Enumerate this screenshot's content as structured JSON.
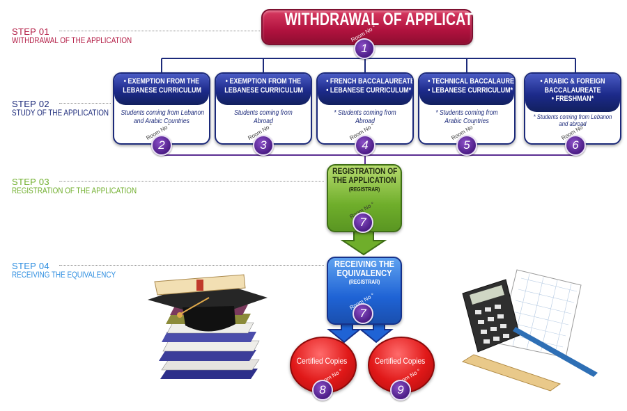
{
  "steps": [
    {
      "num": "STEP 01",
      "title": "WITHDRAWAL OF THE APPLICATION",
      "color": "#b21a43"
    },
    {
      "num": "STEP 02",
      "title": "STUDY OF THE APPLICATION",
      "color": "#1c2a7a"
    },
    {
      "num": "STEP 03",
      "title": "REGISTRATION OF THE APPLICATION",
      "color": "#6fae2b"
    },
    {
      "num": "STEP 04",
      "title": "RECEIVING THE EQUIVALENCY",
      "color": "#2e8ee0"
    }
  ],
  "title_box": {
    "label": "WITHDRAWAL OF APPLICATION",
    "room_label": "Room No",
    "room": "1"
  },
  "cards": [
    {
      "head": [
        "• EXEMPTION FROM THE",
        "LEBANESE CURRICULUM"
      ],
      "sub": [
        "Students coming from Lebanon",
        "and Arabic Countries"
      ],
      "room_label": "Room No",
      "room": "2"
    },
    {
      "head": [
        "• EXEMPTION FROM THE",
        "LEBANESE CURRICULUM"
      ],
      "sub": [
        "Students coming from",
        "Abroad"
      ],
      "room_label": "Room No",
      "room": "3"
    },
    {
      "head": [
        "• FRENCH BACCALAUREATE",
        "• LEBANESE CURRICULUM*"
      ],
      "sub": [
        "* Students coming from",
        "Abroad"
      ],
      "room_label": "Room No",
      "room": "4"
    },
    {
      "head": [
        "• TECHNICAL BACCALAUREATE",
        "• LEBANESE CURRICULUM*"
      ],
      "sub": [
        "* Students coming from",
        "Arabic Countries"
      ],
      "room_label": "Room No",
      "room": "5"
    },
    {
      "head": [
        "• ARABIC & FOREIGN",
        "BACCALAUREATE",
        "• FRESHMAN*"
      ],
      "sub": [
        "* Students coming from Lebanon",
        "and abroad"
      ],
      "room_label": "Room No",
      "room": "6"
    }
  ],
  "registration": {
    "line1": "REGISTRATION OF",
    "line2": "THE APPLICATION",
    "sub": "(REGISTRAR)",
    "room_label": "Room No",
    "room": "7"
  },
  "receiving": {
    "line1": "RECEIVING THE",
    "line2": "EQUIVALENCY",
    "sub": "(REGISTRAR)",
    "room_label": "Room No",
    "room": "7"
  },
  "certified": [
    {
      "label": "Certified Copies",
      "room_label": "Room No",
      "room": "8"
    },
    {
      "label": "Certified Copies",
      "room_label": "Room No",
      "room": "9"
    }
  ],
  "colors": {
    "title": "#b0123e",
    "study": "#1c2a8a",
    "registration": "#6fae2b",
    "receiving": "#1f63d5",
    "certified": "#e01818",
    "room_disc": "#4c1d86"
  }
}
